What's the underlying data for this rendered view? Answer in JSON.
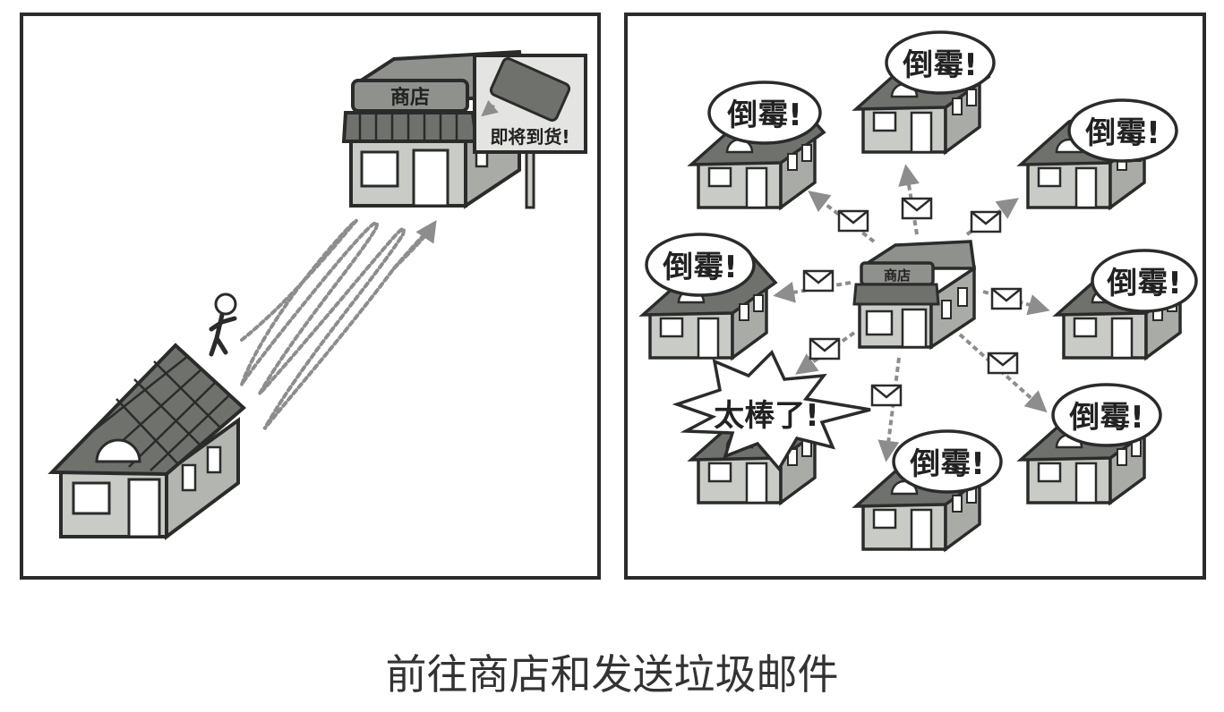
{
  "left_panel": {
    "shop_sign": "商店",
    "billboard": "即将到货!"
  },
  "right_panel": {
    "shop_sign": "商店",
    "complaint": "倒霉!",
    "exclaim": "太棒了!"
  },
  "caption": "前往商店和发送垃圾邮件",
  "colors": {
    "outline": "#2b2b2b",
    "wall": "#c9ccc6",
    "roof": "#6f716d",
    "trail": "#8d8d8d"
  }
}
